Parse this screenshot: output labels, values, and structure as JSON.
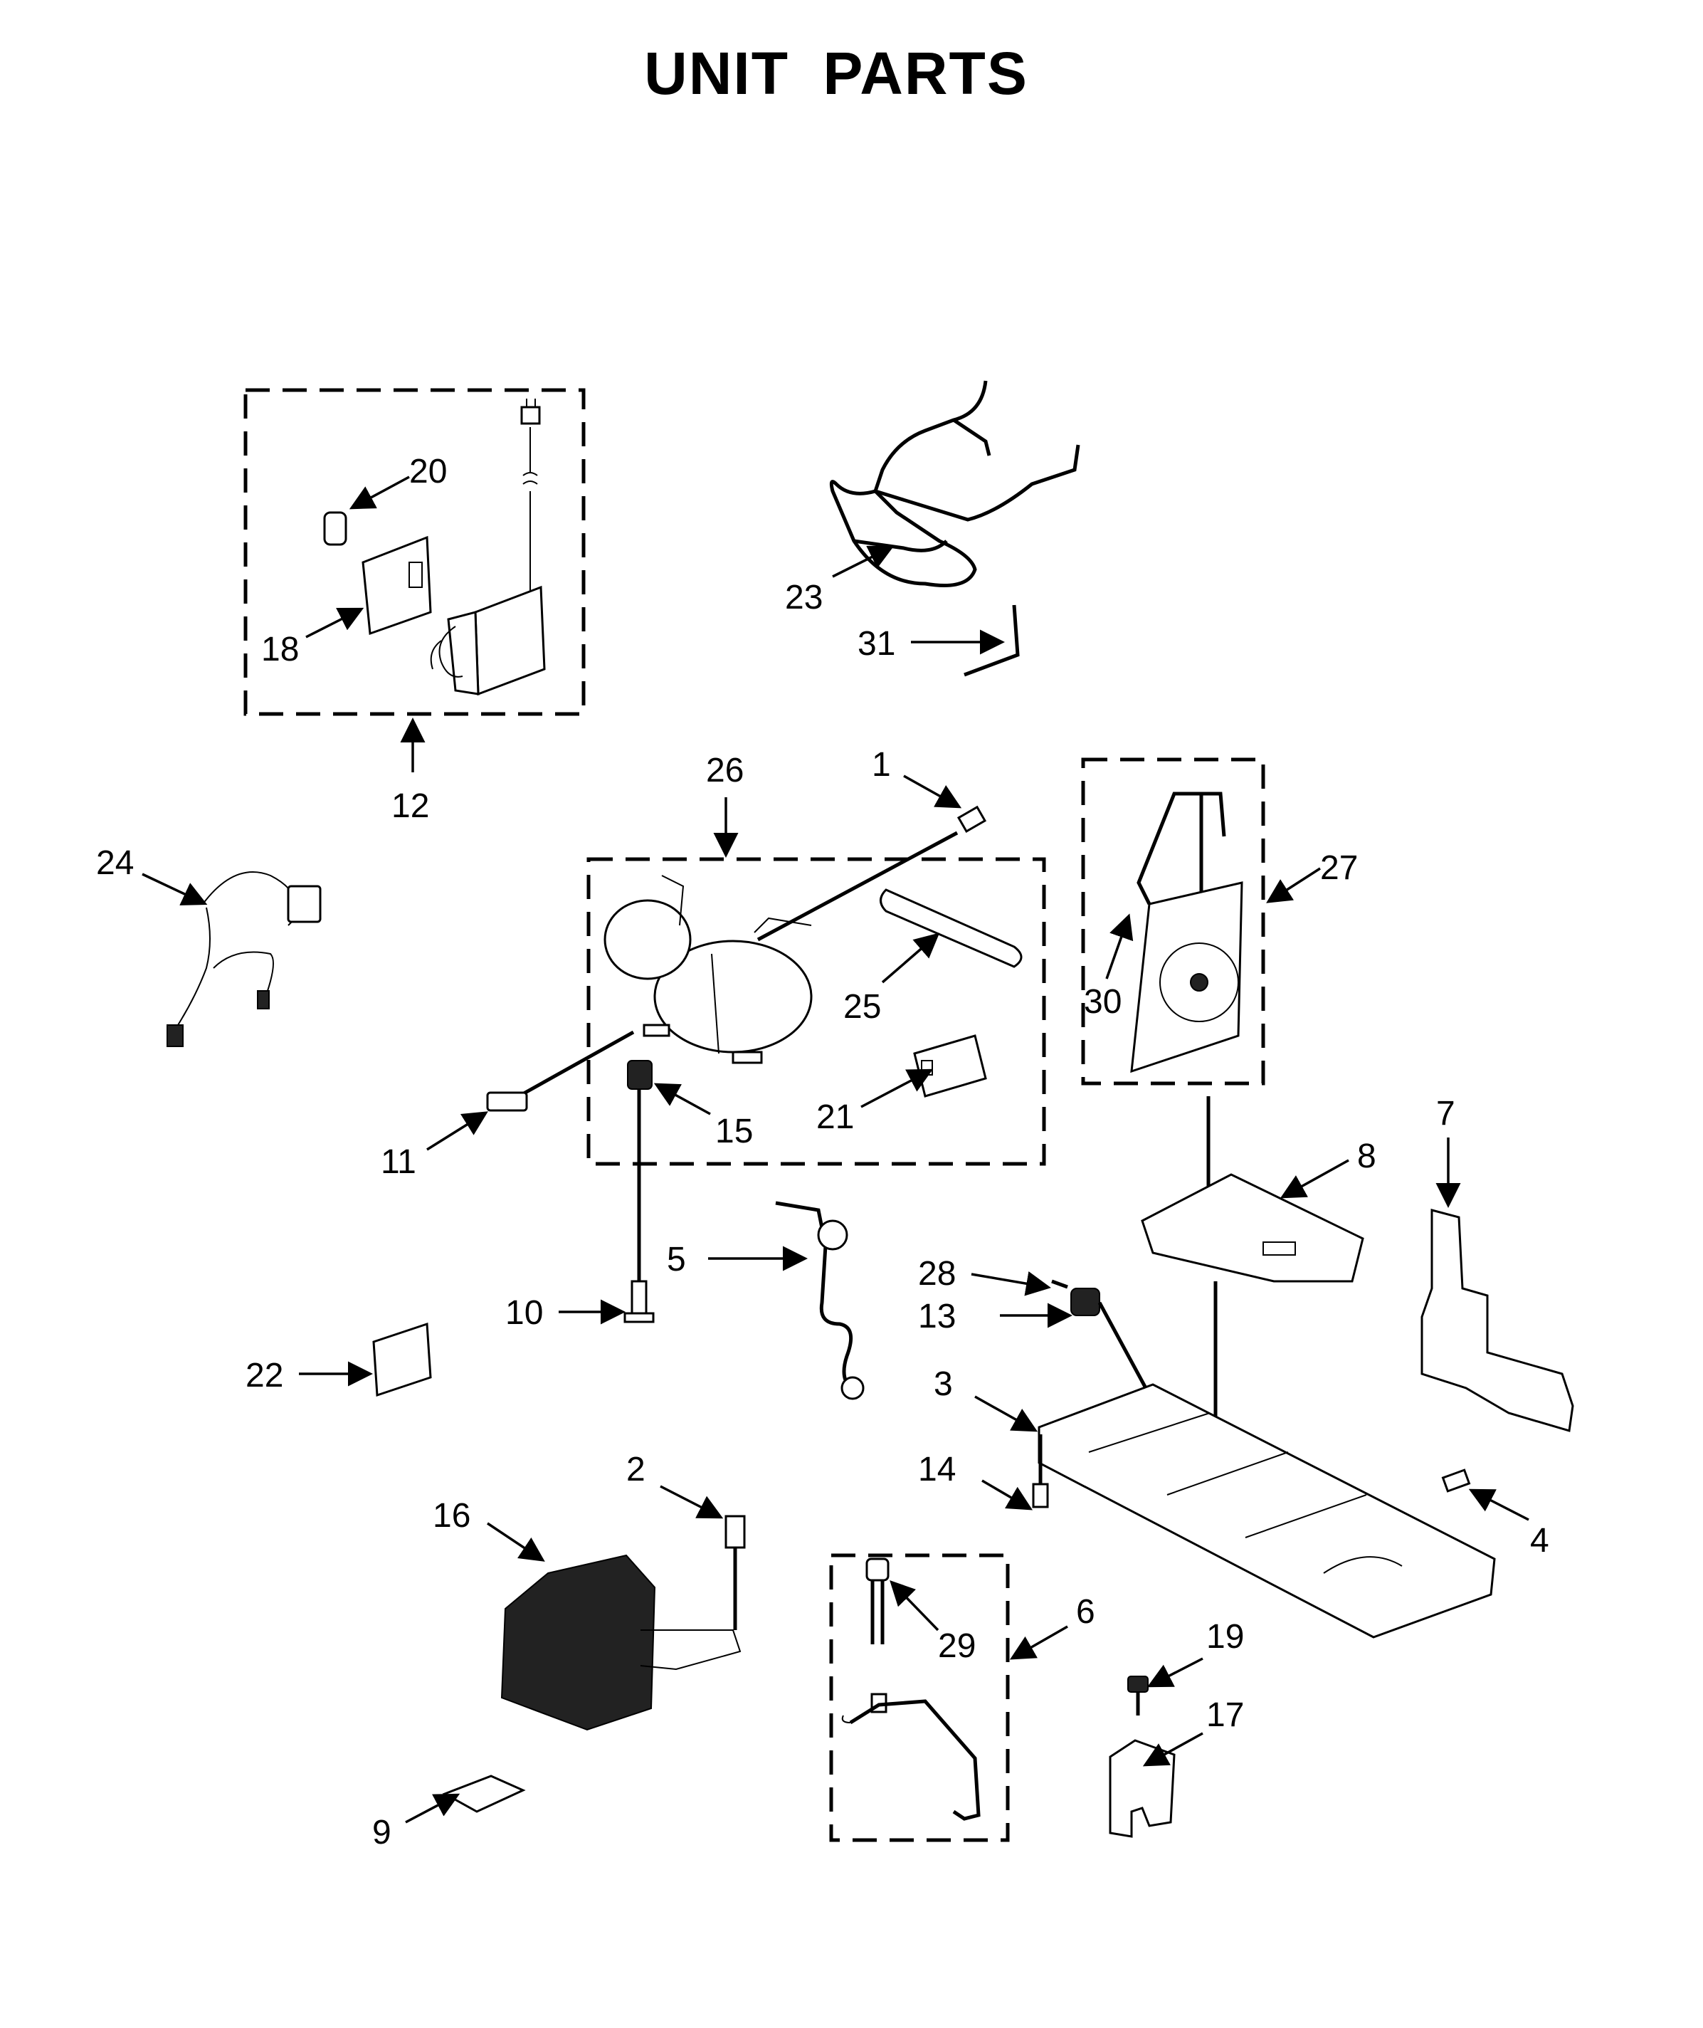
{
  "title": "UNIT PARTS",
  "callouts": [
    {
      "id": "1",
      "label": "1"
    },
    {
      "id": "2",
      "label": "2"
    },
    {
      "id": "3",
      "label": "3"
    },
    {
      "id": "4",
      "label": "4"
    },
    {
      "id": "5",
      "label": "5"
    },
    {
      "id": "6",
      "label": "6"
    },
    {
      "id": "7",
      "label": "7"
    },
    {
      "id": "8",
      "label": "8"
    },
    {
      "id": "9",
      "label": "9"
    },
    {
      "id": "10",
      "label": "10"
    },
    {
      "id": "11",
      "label": "11"
    },
    {
      "id": "12",
      "label": "12"
    },
    {
      "id": "13",
      "label": "13"
    },
    {
      "id": "14",
      "label": "14"
    },
    {
      "id": "15",
      "label": "15"
    },
    {
      "id": "16",
      "label": "16"
    },
    {
      "id": "17",
      "label": "17"
    },
    {
      "id": "18",
      "label": "18"
    },
    {
      "id": "19",
      "label": "19"
    },
    {
      "id": "20",
      "label": "20"
    },
    {
      "id": "21",
      "label": "21"
    },
    {
      "id": "22",
      "label": "22"
    },
    {
      "id": "23",
      "label": "23"
    },
    {
      "id": "24",
      "label": "24"
    },
    {
      "id": "25",
      "label": "25"
    },
    {
      "id": "26",
      "label": "26"
    },
    {
      "id": "27",
      "label": "27"
    },
    {
      "id": "28",
      "label": "28"
    },
    {
      "id": "29",
      "label": "29"
    },
    {
      "id": "30",
      "label": "30"
    },
    {
      "id": "31",
      "label": "31"
    }
  ]
}
